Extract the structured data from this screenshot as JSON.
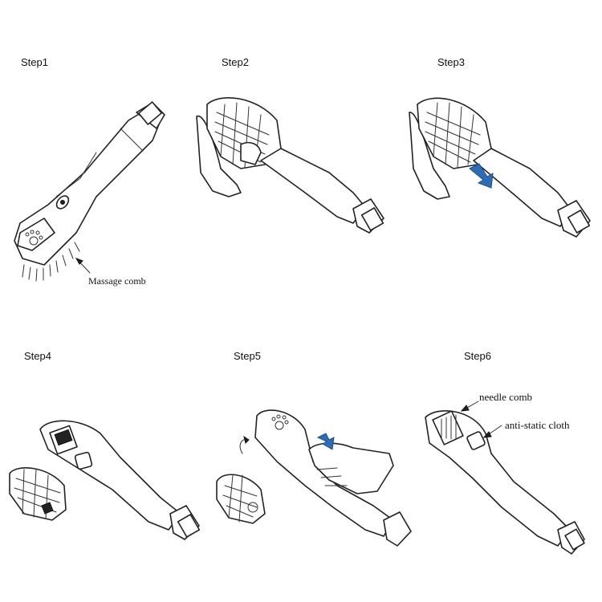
{
  "steps": [
    {
      "label": "Step1",
      "callout": "Massage comb"
    },
    {
      "label": "Step2"
    },
    {
      "label": "Step3"
    },
    {
      "label": "Step4"
    },
    {
      "label": "Step5"
    },
    {
      "label": "Step6",
      "callouts": [
        "needle comb",
        "anti-static cloth"
      ]
    }
  ],
  "colors": {
    "arrow": "#2e6db4",
    "outline": "#222222"
  }
}
